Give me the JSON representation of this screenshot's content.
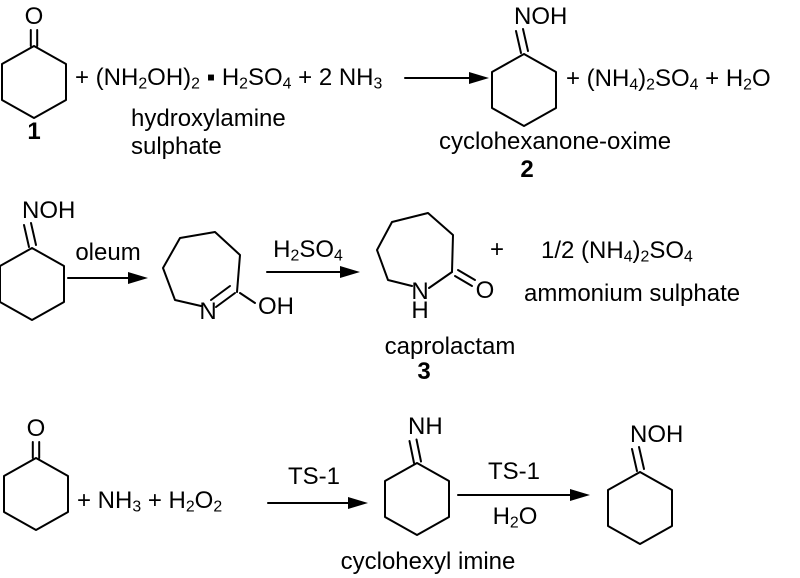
{
  "page": {
    "background": "#ffffff",
    "ink": "#000000"
  },
  "reaction1": {
    "reactant_o_label": "O",
    "reactant_number": "1",
    "reagents_formula": "+ (NH_2OH)_2 ▪ H_2SO_4 + 2 NH_3",
    "reagent_name_line1": "hydroxylamine",
    "reagent_name_line2": "sulphate",
    "product_noh_label": "NOH",
    "byproducts_formula": "+ (NH_4)_2SO_4 + H_2O",
    "product_name": "cyclohexanone-oxime",
    "product_number": "2"
  },
  "reaction2": {
    "reactant_noh_label": "NOH",
    "arrow1_label": "oleum",
    "intermediate_n_label": "N",
    "intermediate_oh_label": "OH",
    "arrow2_label": "H_2SO_4",
    "product_n_label": "N",
    "product_h_label": "H",
    "product_o_label": "O",
    "plus": "+",
    "byproduct_formula": "1/2 (NH_4)_2SO_4",
    "byproduct_name": "ammonium sulphate",
    "product_name": "caprolactam",
    "product_number": "3"
  },
  "reaction3": {
    "reactant_o_label": "O",
    "reagents_formula": "+ NH_3 + H_2O_2",
    "arrow1_label": "TS-1",
    "intermediate_nh_label": "NH",
    "arrow2_label_top": "TS-1",
    "arrow2_label_bottom": "H_2O",
    "product_noh_label": "NOH",
    "intermediate_name": "cyclohexyl imine"
  }
}
